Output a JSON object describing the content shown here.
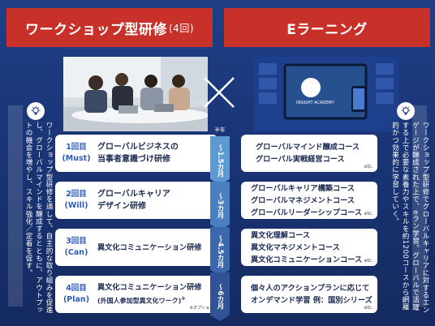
{
  "headers": {
    "left_main": "ワークショップ型研修",
    "left_sub": "(4回)",
    "right": "Eラーニング"
  },
  "cross_symbol": "×",
  "side_text": {
    "left": "ワークショップ型研修を通して、自主的な取り組みを促進し、グローバルマインドを醸成するとともに、アウトプットの機会を増やし、スキル強化／定着を促す。",
    "right": "ワークショップ型研修でグローバルキャリアに対するエンゲージが醸成された上で、eラン学習。グローバルで活躍する上で必要な素養力やスキルを約1200コースから網羅的かつ効果的に学習していく。"
  },
  "screen_brand": "INSIGHT ACADEMY",
  "timeline": {
    "label": "半年",
    "steps": [
      "〜1.5カ月",
      "〜3カ月",
      "〜4.5カ月",
      "〜6カ月"
    ],
    "colors": [
      "#5d9ad4",
      "#4a7fc2",
      "#3b67ad",
      "#2f5396"
    ]
  },
  "sessions": [
    {
      "num": "1回目",
      "tag": "(Must)",
      "line1": "グローバルビジネスの",
      "line2": "当事者意識づけ研修"
    },
    {
      "num": "2回目",
      "tag": "(Will)",
      "line1": "グローバルキャリア",
      "line2": "デザイン研修"
    },
    {
      "num": "3回目",
      "tag": "(Can)",
      "line1": "異文化コミュニケーション研修"
    },
    {
      "num": "4回目",
      "tag": "(Plan)",
      "line1": "異文化コミュニケーション研修",
      "line2": "(外国人参加型異文化ワーク)",
      "note": "※",
      "option": "※オプション"
    }
  ],
  "elearning": [
    {
      "lines": [
        "グローバルマインド醸成コース",
        "グローバル実戦経営コース"
      ],
      "etc": "etc."
    },
    {
      "lines": [
        "グローバルキャリア構築コース",
        "グローバルマネジメントコース",
        "グローバルリーダーシップコース"
      ],
      "etc": "etc."
    },
    {
      "lines": [
        "異文化理解コース",
        "異文化マネジメントコース",
        "異文化コミュニケーションコース"
      ],
      "etc": "etc."
    },
    {
      "lines": [
        "個々人のアクションプランに応じて",
        "オンデマンド学習  例：国別シリーズ"
      ],
      "etc": "etc."
    }
  ],
  "colors": {
    "header_red": "#c8312a",
    "background_navy": "#1a3576",
    "accent_blue": "#2d5bb5"
  }
}
